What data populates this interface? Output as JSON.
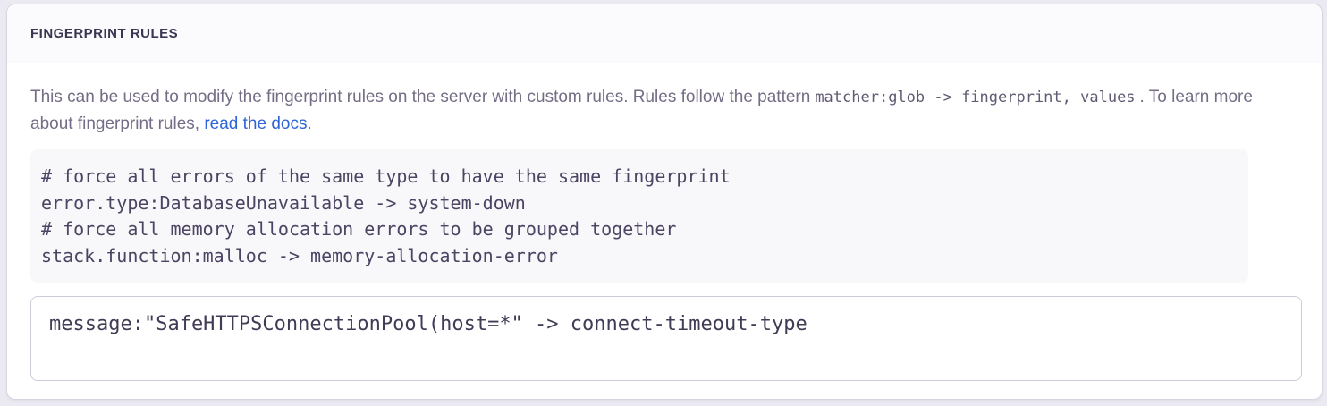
{
  "panel": {
    "title": "FINGERPRINT RULES",
    "description": {
      "text_before_pattern": "This can be used to modify the fingerprint rules on the server with custom rules. Rules follow the pattern",
      "pattern_code": "matcher:glob -> fingerprint, values",
      "text_after_pattern": ". To learn more about fingerprint rules, ",
      "link_label": "read the docs",
      "text_after_link": "."
    },
    "example": {
      "lines": [
        "# force all errors of the same type to have the same fingerprint",
        "error.type:DatabaseUnavailable -> system-down",
        "# force all memory allocation errors to be grouped together",
        "stack.function:malloc -> memory-allocation-error"
      ]
    },
    "rules_editor": {
      "value": "message:\"SafeHTTPSConnectionPool(host=*\" -> connect-timeout-type"
    }
  },
  "colors": {
    "link_blue": "#2f64d9",
    "panel_border": "#d9d4e1",
    "header_background": "#fbfafc",
    "header_text": "#3b3552",
    "body_text": "#746d85",
    "example_background": "#f8f7fa",
    "example_code_text": "#4b4462",
    "input_text": "#413b55"
  }
}
